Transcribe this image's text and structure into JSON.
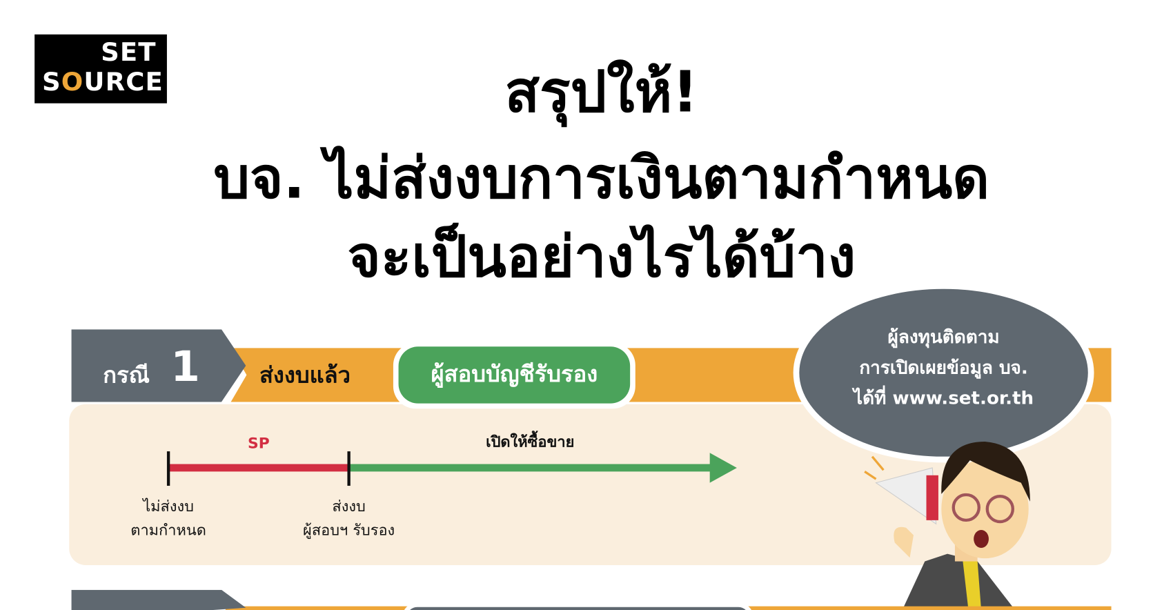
{
  "logo": {
    "line1": "SET",
    "line2_pre": "S",
    "line2_o": "O",
    "line2_post": "URCE"
  },
  "title": {
    "line1": "สรุปให้!",
    "line2": "บจ. ไม่ส่งงบการเงินตามกำหนด",
    "line3": "จะเป็นอย่างไรได้บ้าง"
  },
  "case1": {
    "label": "กรณี",
    "number": "1",
    "status": "ส่งงบแล้ว",
    "auditor": "ผู้สอบบัญชีรับรอง",
    "timeline": {
      "sp_label": "SP",
      "trade_label": "เปิดให้ซื้อขาย",
      "start_line1": "ไม่ส่งงบ",
      "start_line2": "ตามกำหนด",
      "end_line1": "ส่งงบ",
      "end_line2": "ผู้สอบฯ รับรอง"
    }
  },
  "bubble": {
    "line1": "ผู้ลงทุนติดตาม",
    "line2": "การเปิดเผยข้อมูล บจ.",
    "line3": "ได้ที่ www.set.or.th"
  },
  "colors": {
    "orange": "#eea638",
    "grey": "#5f6870",
    "green": "#4ba35b",
    "red": "#d22e42",
    "beige": "#faeedd"
  }
}
